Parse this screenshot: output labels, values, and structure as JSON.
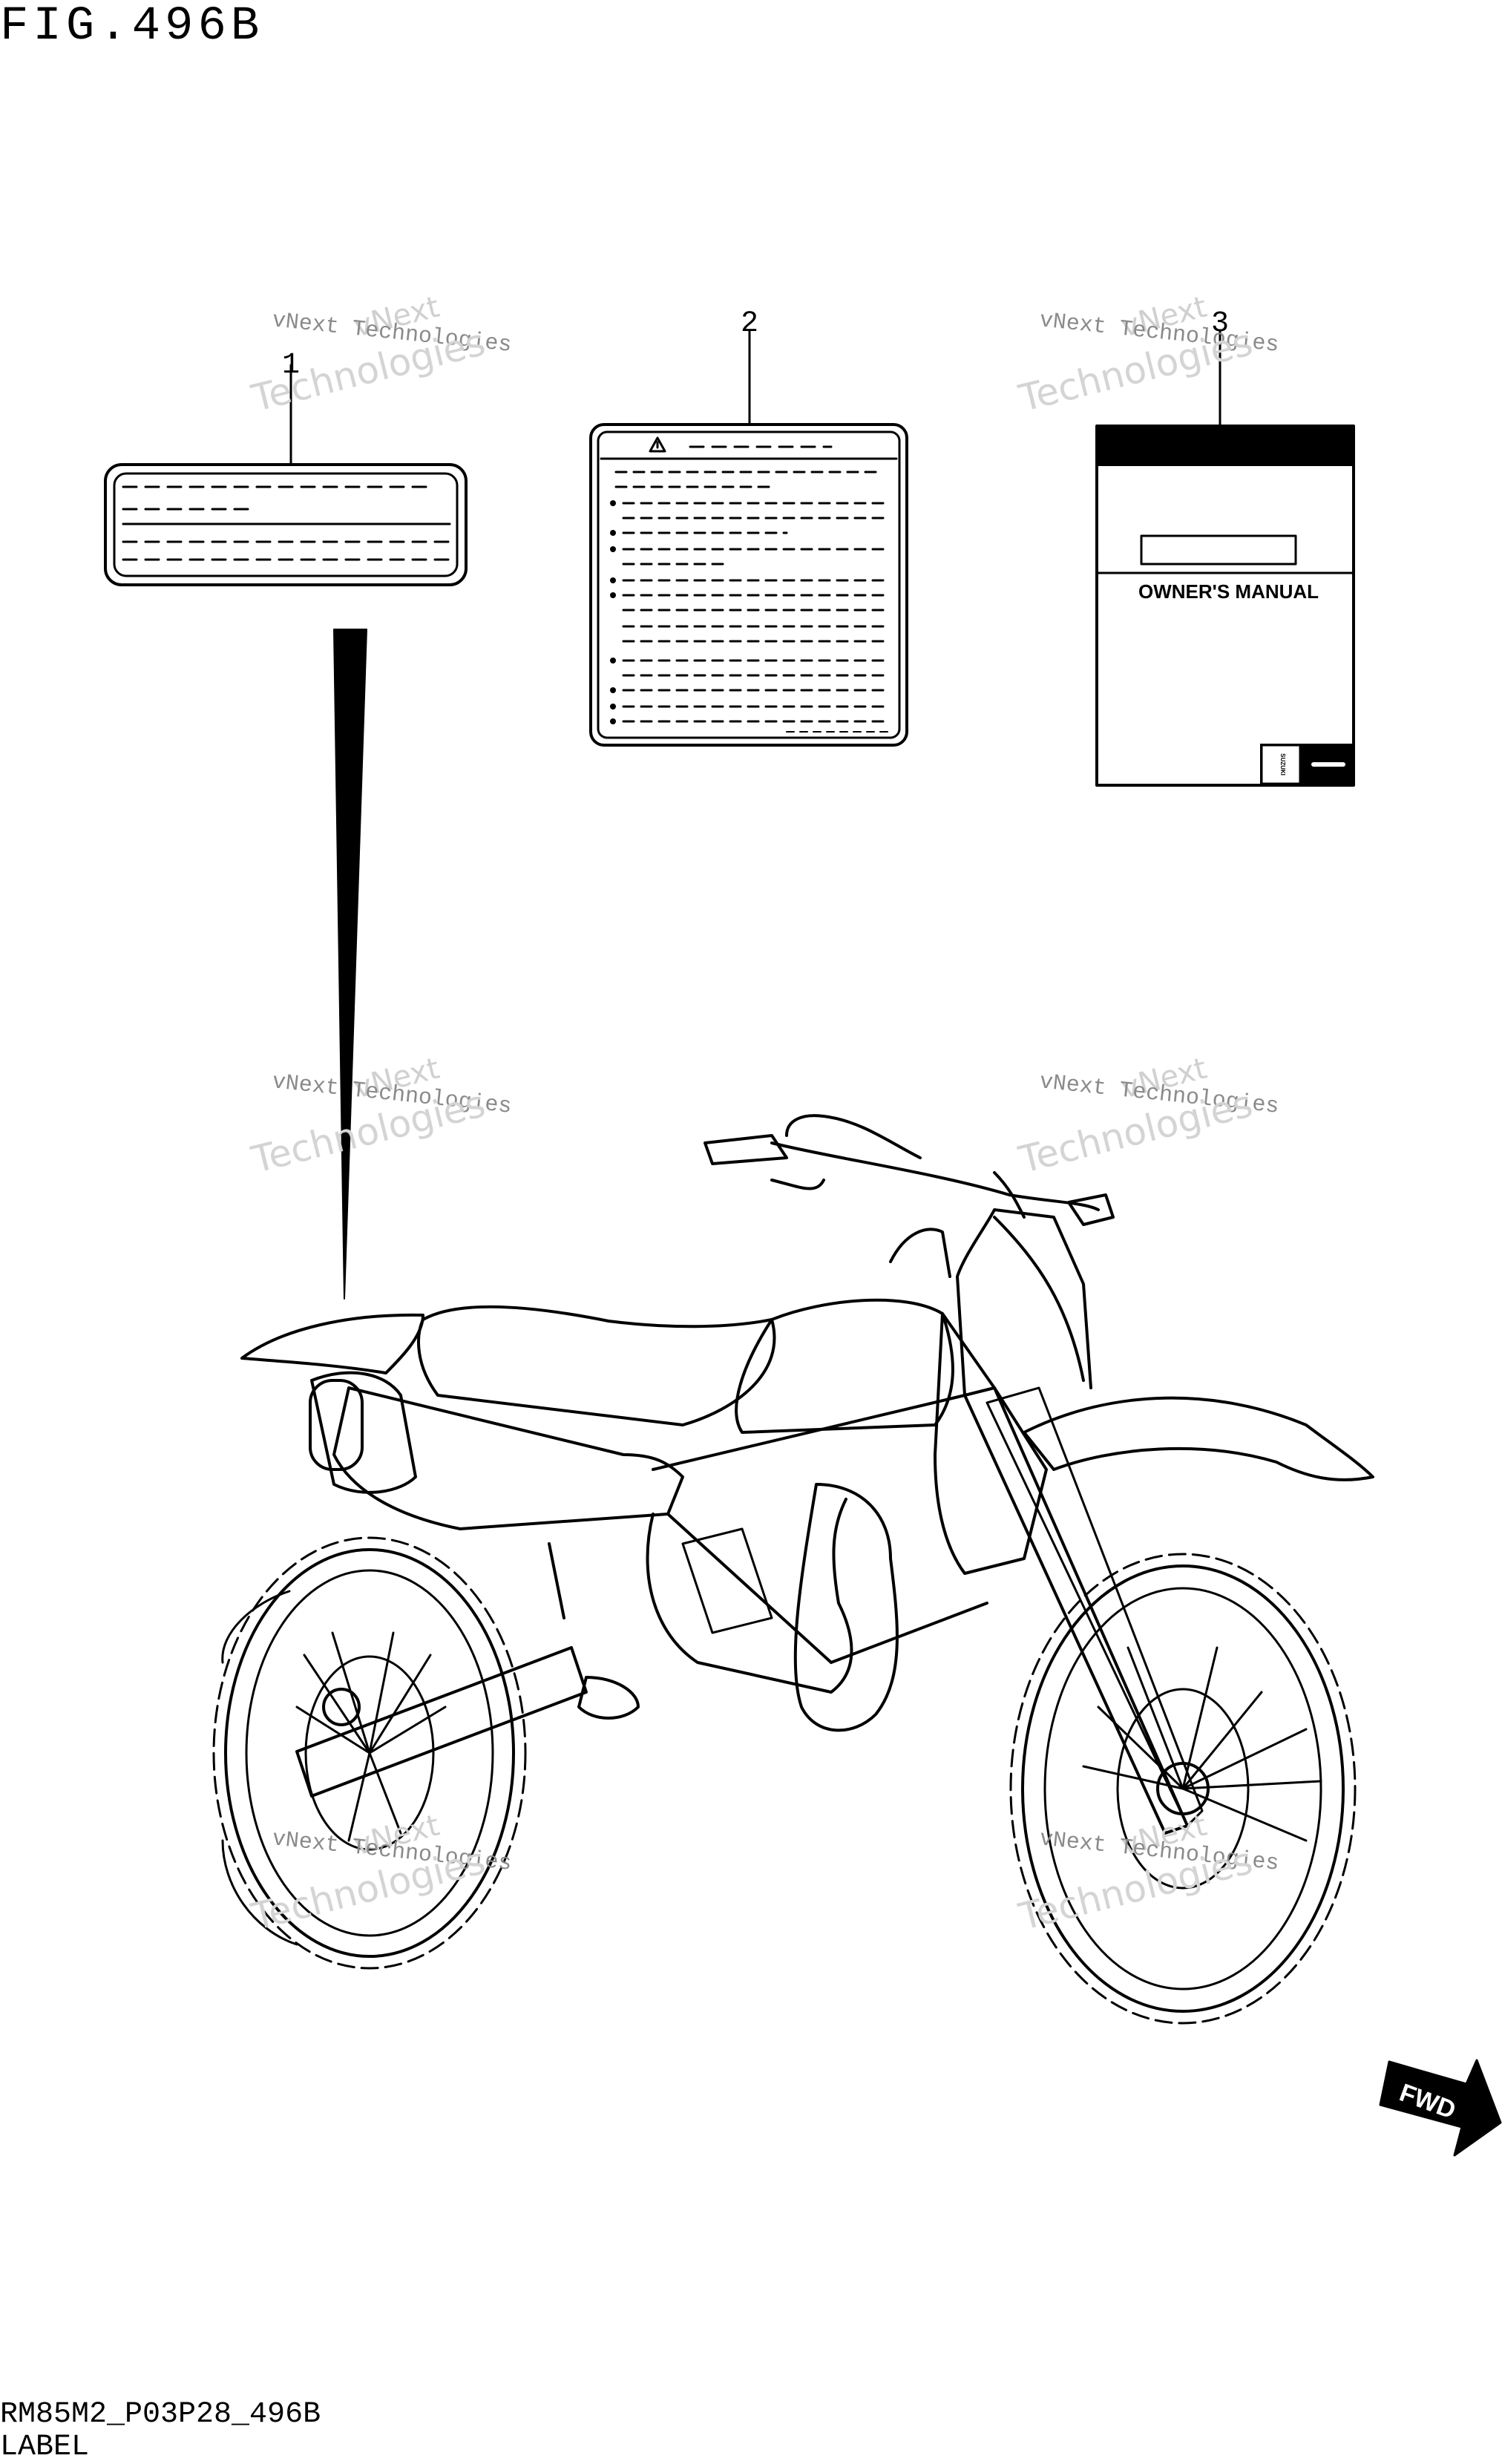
{
  "figure": {
    "title": "FIG.496B",
    "code": "RM85M2_P03P28_496B",
    "caption": "LABEL"
  },
  "callouts": [
    {
      "number": "1",
      "part": "label-1"
    },
    {
      "number": "2",
      "part": "label-2"
    },
    {
      "number": "3",
      "part": "owners-manual"
    }
  ],
  "manual": {
    "cover_text": "OWNER'S MANUAL",
    "brand_mark": "SUZUKI"
  },
  "fwd_arrow": {
    "text": "FWD"
  },
  "watermark": {
    "line1": "vNext",
    "line2": "vNext Technologies",
    "line3": "Technologies"
  },
  "colors": {
    "ink": "#000000",
    "background": "#ffffff",
    "watermark": "#c0c0c0"
  }
}
